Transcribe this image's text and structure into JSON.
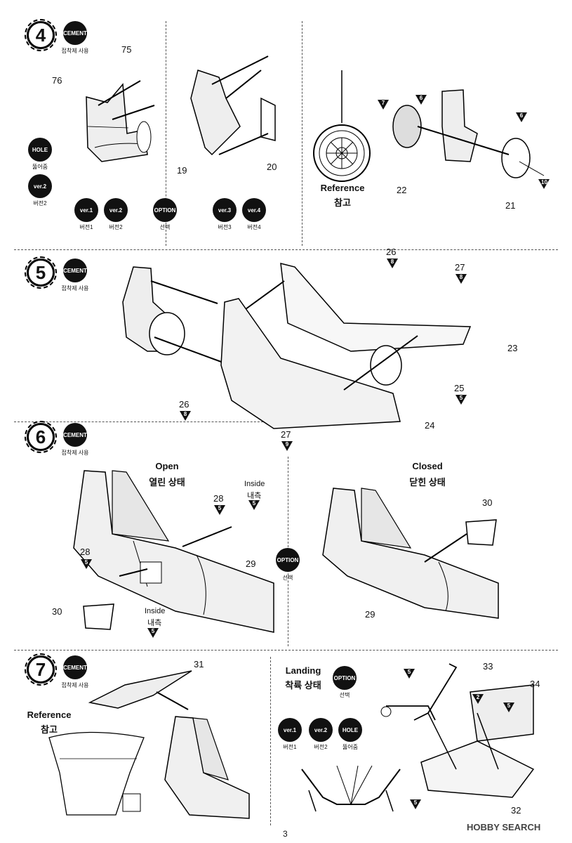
{
  "page_number": "3",
  "watermark": "HOBBY SEARCH",
  "badges": {
    "cement": "CEMENT",
    "cement_caption": "접착제 사용",
    "hole": "HOLE",
    "hole_caption": "뚫어줌",
    "ver1": "ver.1",
    "ver1_caption": "버전1",
    "ver2": "ver.2",
    "ver2_caption": "버전2",
    "ver3": "ver.3",
    "ver3_caption": "버전3",
    "ver4": "ver.4",
    "ver4_caption": "버전4",
    "option": "OPTION",
    "option_caption": "선택"
  },
  "steps": [
    {
      "number": "4"
    },
    {
      "number": "5"
    },
    {
      "number": "6"
    },
    {
      "number": "7"
    }
  ],
  "reference_en": "Reference",
  "reference_ko": "참고",
  "step6": {
    "open_en": "Open",
    "open_ko": "열린 상태",
    "closed_en": "Closed",
    "closed_ko": "닫힌 상태",
    "inside_en": "Inside",
    "inside_ko": "내측"
  },
  "step7": {
    "landing_en": "Landing",
    "landing_ko": "착륙 상태"
  },
  "part_numbers": {
    "p75": "75",
    "p76": "76",
    "p19": "19",
    "p20": "20",
    "p22": "22",
    "p21": "21",
    "p26a": "26",
    "p27a": "27",
    "p23": "23",
    "p25": "25",
    "p24": "24",
    "p26b": "26",
    "p27b": "27",
    "p28a": "28",
    "p28b": "28",
    "p29a": "29",
    "p30a": "30",
    "p30b": "30",
    "p29b": "29",
    "p31": "31",
    "p33": "33",
    "p34": "34",
    "p32": "32"
  },
  "color_callouts": {
    "c7": "7",
    "c6a": "6",
    "c6b": "6",
    "c10": "10",
    "c8a": "8",
    "c8b": "8",
    "c8c": "8",
    "c5a": "5",
    "c9": "9",
    "c5b": "5",
    "c5c": "5",
    "c5d": "5",
    "c5e": "5",
    "c5f": "5",
    "c2": "2",
    "c5g": "5",
    "c5h": "5"
  }
}
